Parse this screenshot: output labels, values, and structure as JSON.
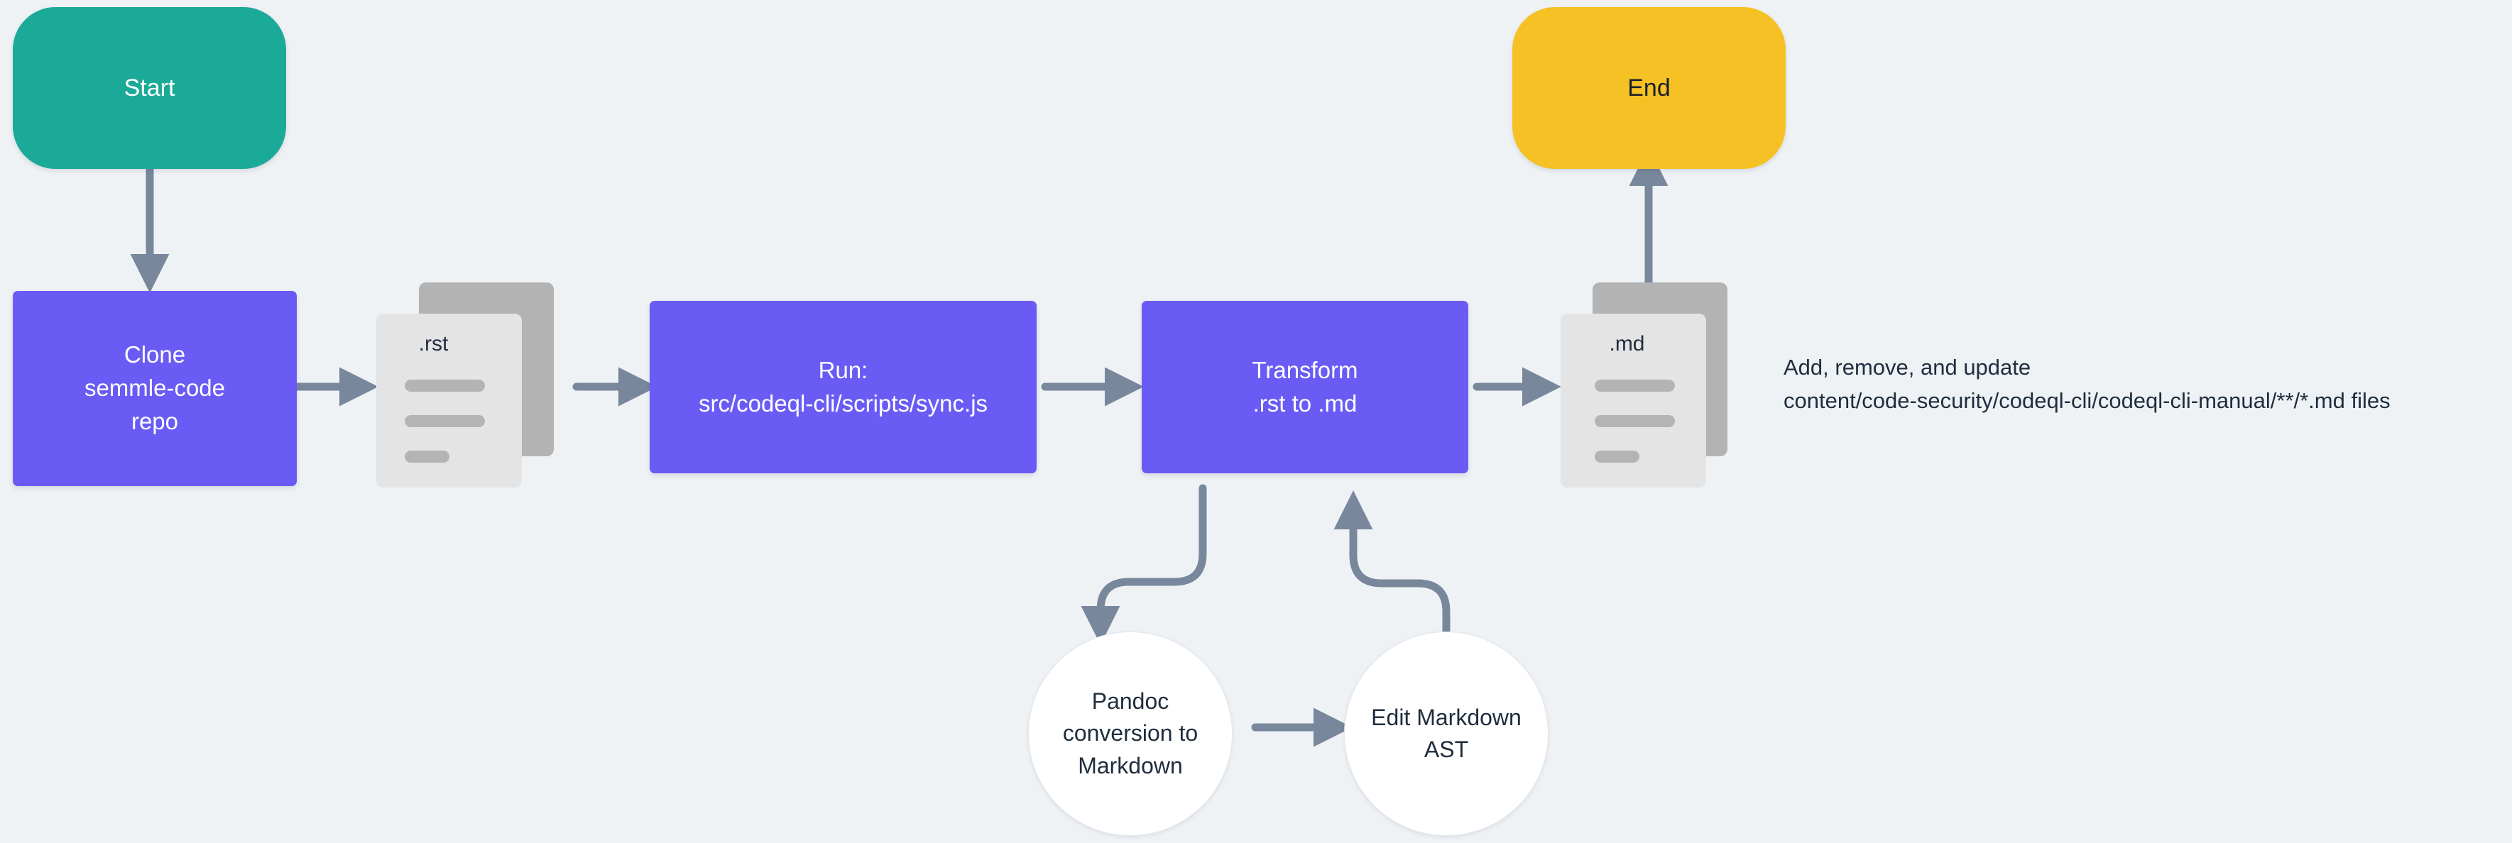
{
  "diagram": {
    "title": "CodeQL CLI manual .rst to .md sync flowchart",
    "background_color": "#eff2f5",
    "connector_color": "#78879b",
    "colors": {
      "start": "#1baa98",
      "end": "#f5c124",
      "process": "#6b5bf5",
      "document_front": "#e4e4e4",
      "document_back": "#b3b3b3",
      "circle": "#ffffff",
      "text_dark": "#1f2d3d",
      "text_light": "#ffffff"
    }
  },
  "nodes": {
    "start": {
      "label": "Start",
      "shape": "pill"
    },
    "clone": {
      "line1": "Clone",
      "line2": "semmle-code",
      "line3": "repo",
      "shape": "rectangle"
    },
    "rst_doc": {
      "label": ".rst",
      "shape": "document-stack"
    },
    "run": {
      "line1": "Run:",
      "line2": "src/codeql-cli/scripts/sync.js",
      "shape": "rectangle"
    },
    "transform": {
      "line1": "Transform",
      "line2": ".rst to .md",
      "shape": "rectangle"
    },
    "md_doc": {
      "label": ".md",
      "shape": "document-stack"
    },
    "end": {
      "label": "End",
      "shape": "pill"
    },
    "pandoc": {
      "line1": "Pandoc",
      "line2": "conversion to",
      "line3": "Markdown",
      "shape": "circle"
    },
    "edit_ast": {
      "line1": "Edit Markdown",
      "line2": "AST",
      "shape": "circle"
    }
  },
  "annotation": {
    "line1": "Add, remove, and update",
    "line2": "content/code-security/codeql-cli/codeql-cli-manual/**/*.md files"
  },
  "edges": [
    {
      "from": "start",
      "to": "clone",
      "direction": "down"
    },
    {
      "from": "clone",
      "to": "rst_doc",
      "direction": "right"
    },
    {
      "from": "rst_doc",
      "to": "run",
      "direction": "right"
    },
    {
      "from": "run",
      "to": "transform",
      "direction": "right"
    },
    {
      "from": "transform",
      "to": "md_doc",
      "direction": "right"
    },
    {
      "from": "md_doc",
      "to": "end",
      "direction": "up"
    },
    {
      "from": "transform",
      "to": "pandoc",
      "direction": "down-left-curve"
    },
    {
      "from": "pandoc",
      "to": "edit_ast",
      "direction": "right"
    },
    {
      "from": "edit_ast",
      "to": "transform",
      "direction": "up-left-curve"
    }
  ]
}
